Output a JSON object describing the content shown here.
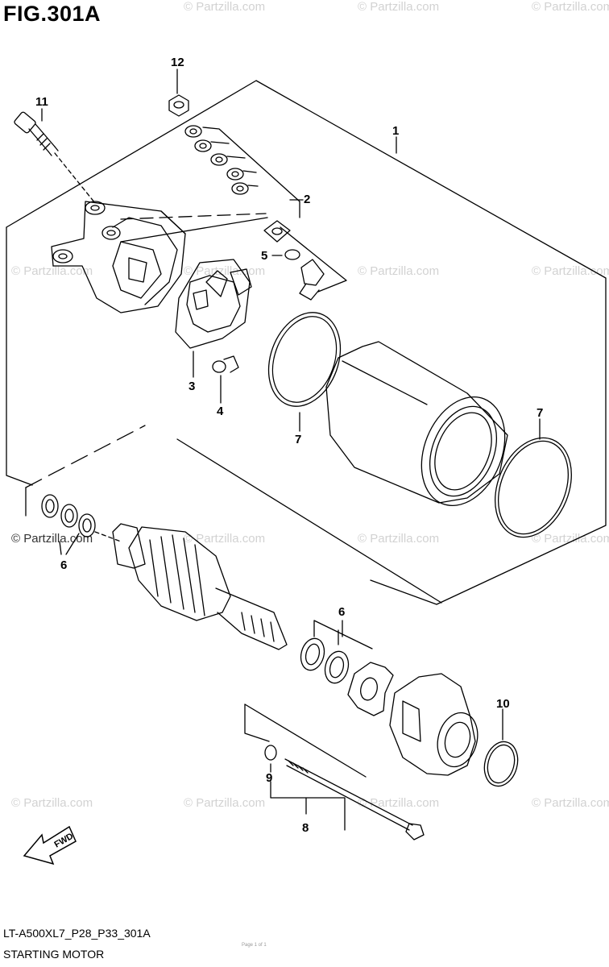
{
  "figure": {
    "title": "FIG.301A",
    "code": "LT-A500XL7_P28_P33_301A",
    "caption": "STARTING MOTOR",
    "footer_note": "Page 1 of 1"
  },
  "watermarks": {
    "text": "© Partzilla.com",
    "dark_text": "© Partzilla.com"
  },
  "callouts": {
    "c1": "1",
    "c2": "2",
    "c3": "3",
    "c4": "4",
    "c5": "5",
    "c6a": "6",
    "c6b": "6",
    "c7a": "7",
    "c7b": "7",
    "c8": "8",
    "c9": "9",
    "c10": "10",
    "c11": "11",
    "c12": "12"
  },
  "fwd_label": "FWD"
}
